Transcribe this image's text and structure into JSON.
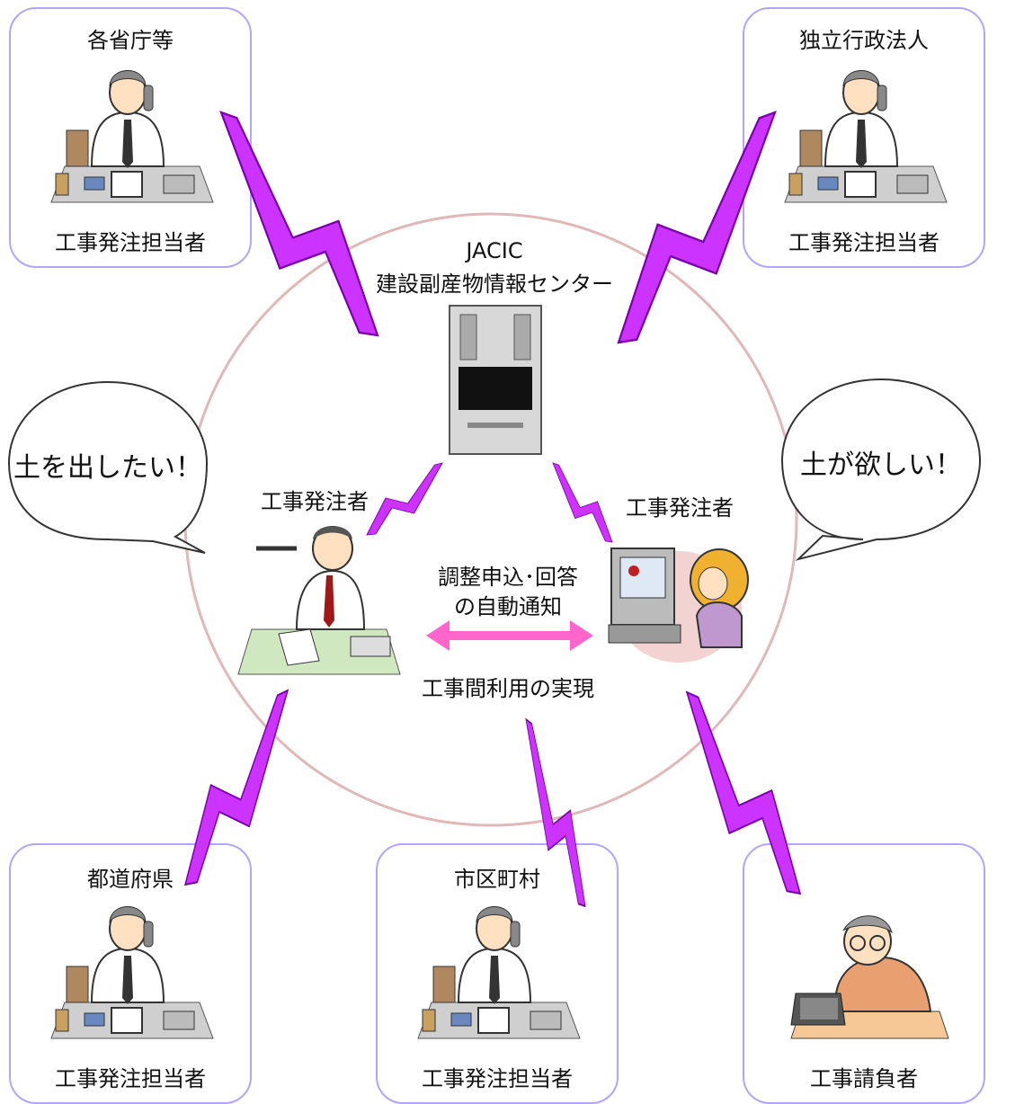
{
  "center": {
    "line1": "JACIC",
    "line2": "建設副産物情報センター"
  },
  "boxes": {
    "top_left": {
      "title": "各省庁等",
      "caption": "工事発注担当者"
    },
    "top_right": {
      "title": "独立行政法人",
      "caption": "工事発注担当者"
    },
    "bottom_left": {
      "title": "都道府県",
      "caption": "工事発注担当者"
    },
    "bottom_center": {
      "title": "市区町村",
      "caption": "工事発注担当者"
    },
    "bottom_right": {
      "title": "",
      "caption": "工事請負者"
    }
  },
  "bubbles": {
    "left": "土を出したい！",
    "right": "土が欲しい！"
  },
  "orderers": {
    "left_label": "工事発注者",
    "right_label": "工事発注者"
  },
  "notice": {
    "line1": "調整申込･回答",
    "line2": "の自動通知",
    "result": "工事間利用の実現"
  },
  "colors": {
    "box_border": "#b4a3ff",
    "circle": "#e0b8b8",
    "bolt": "#cc33ff",
    "arrow": "#ff66cc"
  }
}
